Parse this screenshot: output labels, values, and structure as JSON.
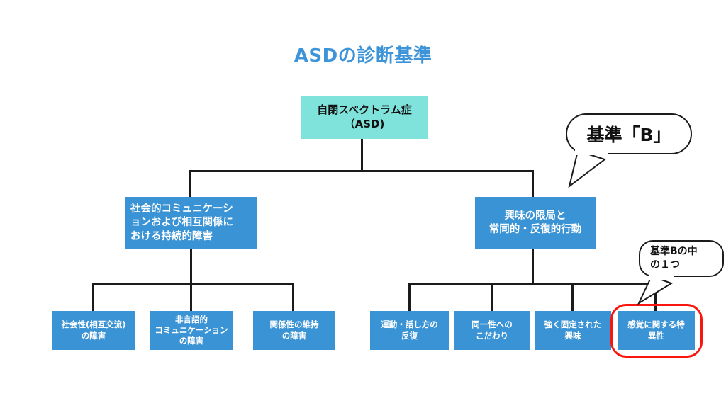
{
  "page": {
    "background_color": "#ffffff",
    "title": "ASDの診断基準",
    "title_color": "#3d94d9"
  },
  "colors": {
    "root_fill": "#7fe3dc",
    "node_fill": "#3a93d4",
    "node_text": "#ffffff",
    "line": "#1b1b1b",
    "highlight": "#f8160f",
    "bubble_fill": "#ffffff",
    "bubble_border": "#1b1b1b"
  },
  "diagram": {
    "type": "tree",
    "root": {
      "label": "自閉スペクトラム症\n（ASD)"
    },
    "level1": [
      {
        "id": "criterion-a",
        "label": "社会的コミュニケーシ\nョンおよび相互関係に\nおける持続的障害",
        "align": "left"
      },
      {
        "id": "criterion-b",
        "label": "興味の限局と\n常同的・反復的行動",
        "align": "center"
      }
    ],
    "level2_left": [
      {
        "id": "a-1",
        "label": "社会性(相互交流)\nの障害"
      },
      {
        "id": "a-2",
        "label": "非言語的\nコミュニケーション\nの障害"
      },
      {
        "id": "a-3",
        "label": "関係性の維持\nの障害"
      }
    ],
    "level2_right": [
      {
        "id": "b-1",
        "label": "運動・話し方の\n反復",
        "highlighted": false
      },
      {
        "id": "b-2",
        "label": "同一性への\nこだわり",
        "highlighted": false
      },
      {
        "id": "b-3",
        "label": "強く固定された\n興味",
        "highlighted": false
      },
      {
        "id": "b-4",
        "label": "感覚に関する特\n異性",
        "highlighted": true
      }
    ]
  },
  "callouts": [
    {
      "id": "callout-criterion-b",
      "label": "基準「B」",
      "size": "big",
      "tail": "down-left"
    },
    {
      "id": "callout-one-of-b",
      "label": "基準Bの中\nの１つ",
      "size": "small",
      "tail": "down-left"
    }
  ]
}
